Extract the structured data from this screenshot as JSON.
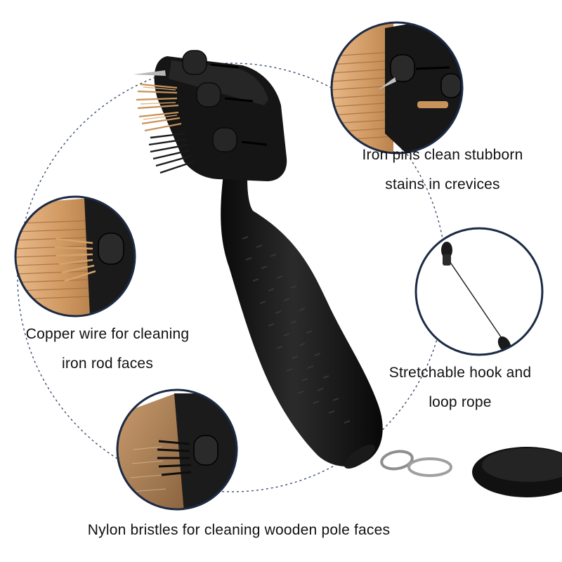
{
  "callouts": {
    "iron_pins": {
      "line1": "Iron pins clean stubborn",
      "line2": "stains in crevices"
    },
    "copper_wire": {
      "line1": "Copper wire for cleaning",
      "line2": "iron rod faces"
    },
    "hook_rope": {
      "line1": "Stretchable hook and",
      "line2": "loop rope"
    },
    "nylon_bristles": {
      "line1": "Nylon bristles for cleaning wooden pole faces"
    }
  },
  "colors": {
    "background": "#ffffff",
    "tool_black": "#141414",
    "copper": "#c8935a",
    "club_face": "#d9a06a",
    "dashed_circle": "#3c4f6e"
  }
}
